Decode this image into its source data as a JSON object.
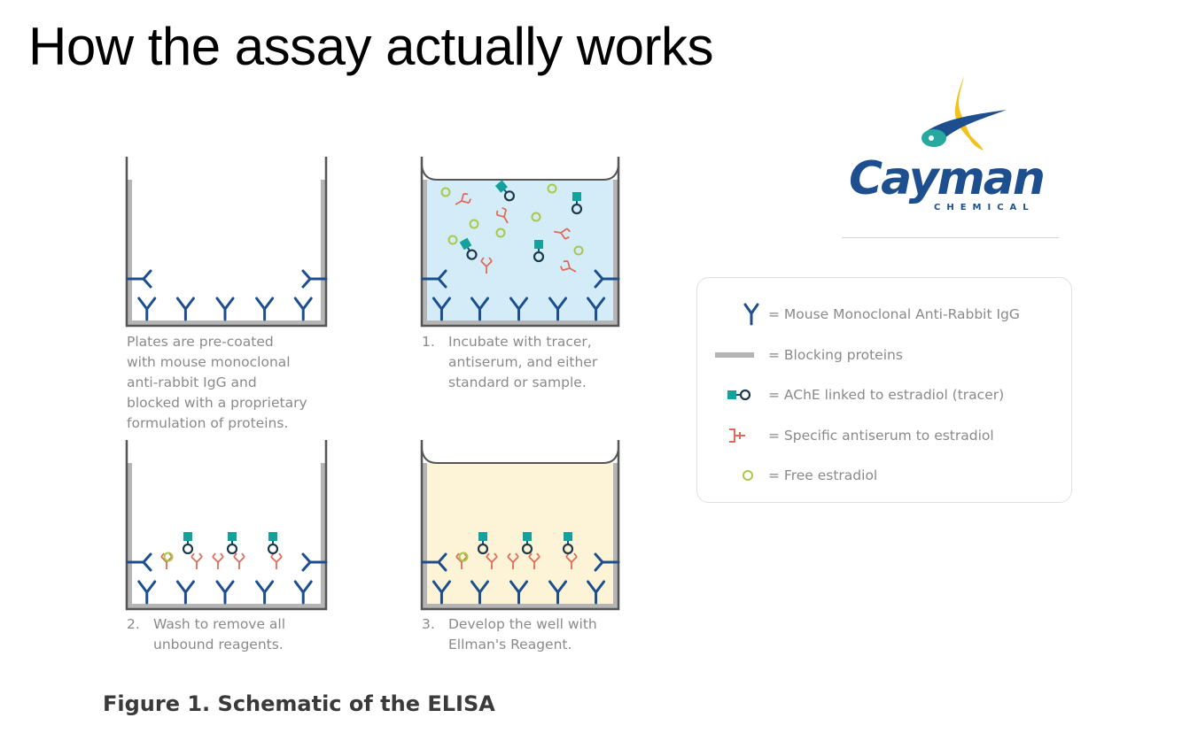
{
  "slide": {
    "title": "How the assay actually works",
    "figure_caption": "Figure 1.  Schematic of the ELISA"
  },
  "logo": {
    "word": "Cayman",
    "sub": "CHEMICAL"
  },
  "wells": [
    {
      "number": "",
      "lines": [
        "Plates are pre-coated",
        "with mouse monoclonal",
        "anti-rabbit IgG and",
        "blocked with a proprietary",
        "formulation of proteins."
      ]
    },
    {
      "number": "1.",
      "lines": [
        "Incubate with tracer,",
        "antiserum, and either",
        "standard or sample."
      ]
    },
    {
      "number": "2.",
      "lines": [
        "Wash to remove all",
        "unbound reagents."
      ]
    },
    {
      "number": "3.",
      "lines": [
        "Develop the well with",
        "Ellman's Reagent."
      ]
    }
  ],
  "legend": [
    {
      "icon": "antibody-y-icon",
      "label": "=  Mouse Monoclonal Anti-Rabbit IgG"
    },
    {
      "icon": "blocking-bar-icon",
      "label": "=  Blocking proteins"
    },
    {
      "icon": "tracer-icon",
      "label": "=  AChE linked to estradiol (tracer)"
    },
    {
      "icon": "antiserum-icon",
      "label": "=  Specific antiserum to estradiol"
    },
    {
      "icon": "estradiol-circle-icon",
      "label": "=  Free estradiol"
    }
  ],
  "colors": {
    "antibody": "#1d4f8f",
    "blocking": "#b5b5b5",
    "tracer": "#12a29b",
    "antiserum": "#e06b5a",
    "estradiol": "#a8c84a",
    "incubation_fill": "#d3ecf8",
    "develop_fill": "#fdf3d6"
  }
}
